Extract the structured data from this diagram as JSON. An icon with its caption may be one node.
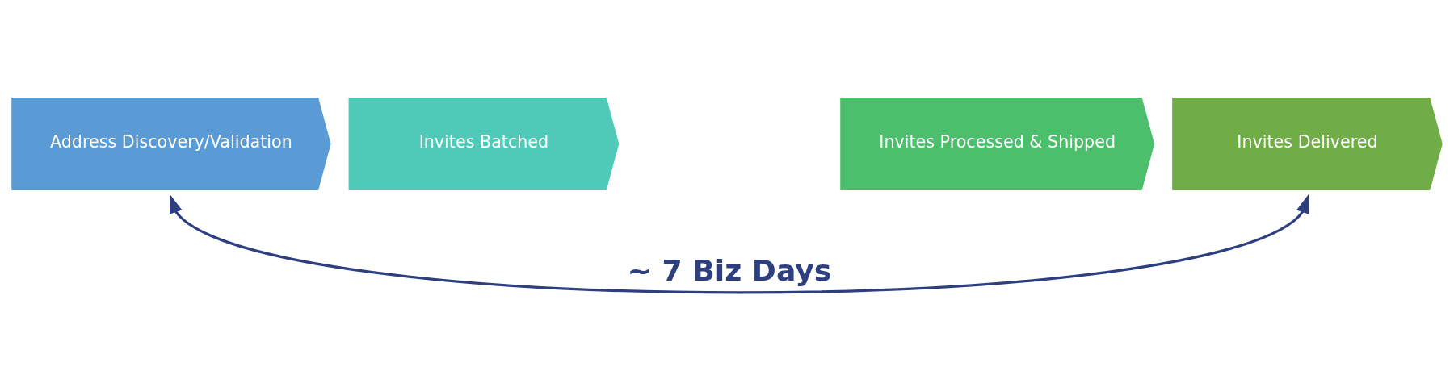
{
  "diagram": {
    "nodes": [
      {
        "text": [
          "Address Discovery/Validation"
        ]
      },
      {
        "text": [
          "Invites Batched"
        ]
      },
      {
        "text": [
          "Invites Processed & Shipped"
        ]
      },
      {
        "text": [
          "Invites Delivered"
        ]
      }
    ],
    "edges": [
      {
        "from": 0,
        "to": 3,
        "arrow": "both",
        "label": "~ 7 Biz Days"
      }
    ]
  }
}
